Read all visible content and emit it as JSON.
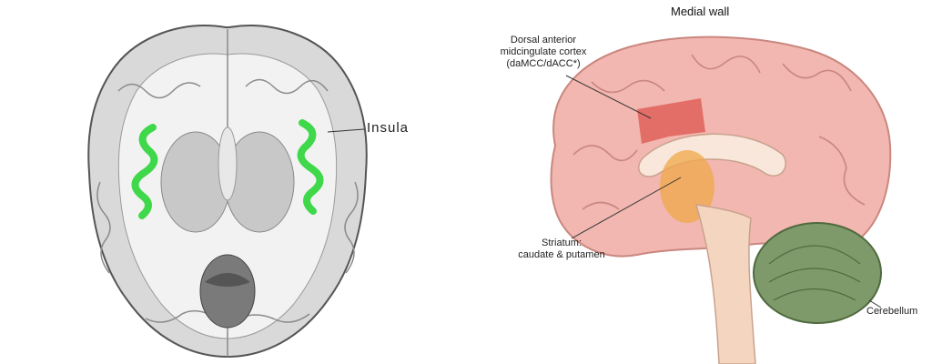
{
  "left_figure": {
    "labels": {
      "insula": "Insula"
    }
  },
  "right_figure": {
    "title": "Medial wall",
    "labels": {
      "dorsal_line1": "Dorsal anterior",
      "dorsal_line2": "midcingulate cortex",
      "dorsal_line3": "(daMCC/dACC*)",
      "striatum_line1": "Striatum:",
      "striatum_line2": "caudate & putamen",
      "cerebellum": "Cerebellum"
    }
  },
  "colors": {
    "insula_highlight": "#3fd84a",
    "cortex_pink": "#f1b7b0",
    "dacc_red": "#e0605a",
    "striatum_orange": "#f0a84a",
    "cerebellum_green": "#7f9a6a",
    "brainstem": "#f4d6c0"
  }
}
